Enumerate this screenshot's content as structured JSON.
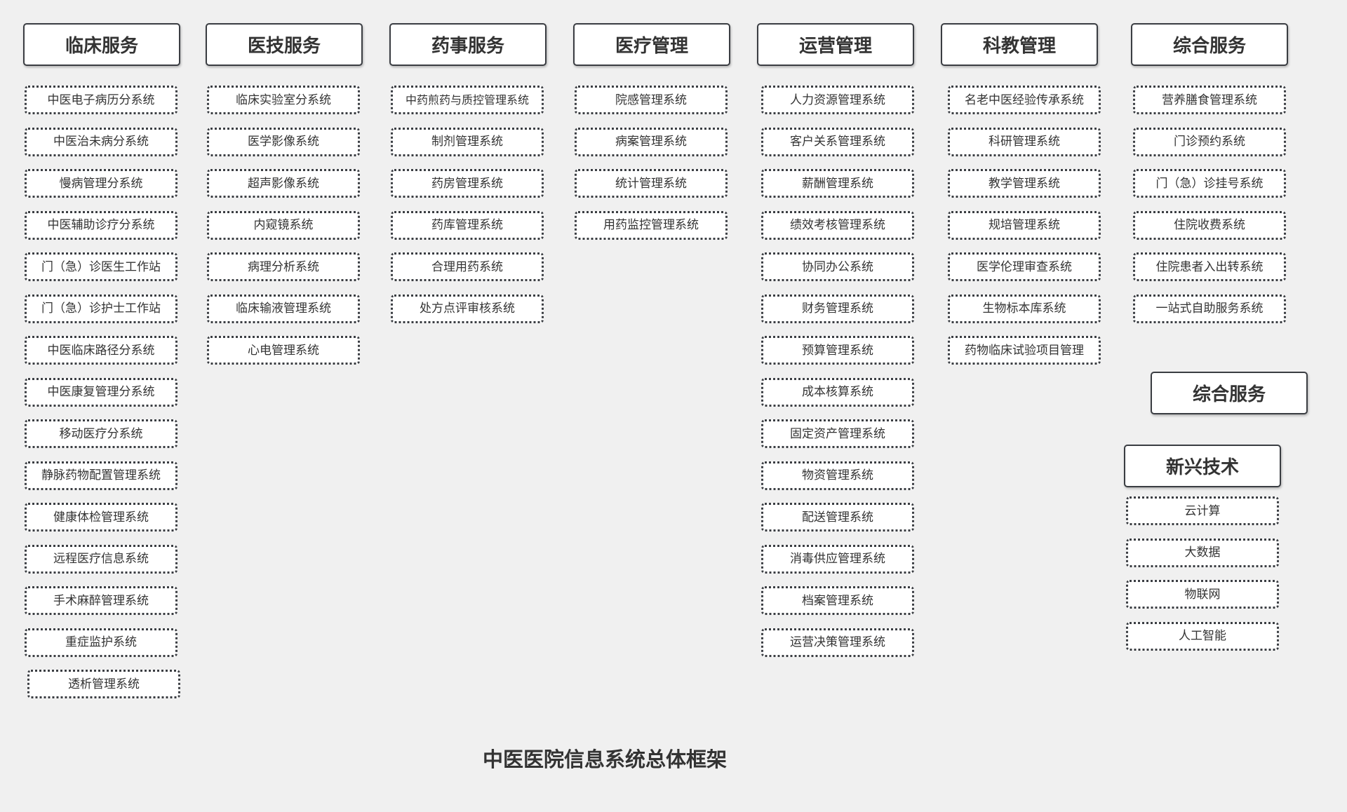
{
  "title": "中医医院信息系统总体框架",
  "columns": [
    {
      "header": "临床服务",
      "items": [
        "中医电子病历分系统",
        "中医治未病分系统",
        "慢病管理分系统",
        "中医辅助诊疗分系统",
        "门（急）诊医生工作站",
        "门（急）诊护士工作站",
        "中医临床路径分系统",
        "中医康复管理分系统",
        "移动医疗分系统",
        "静脉药物配置管理系统",
        "健康体检管理系统",
        "远程医疗信息系统",
        "手术麻醉管理系统",
        "重症监护系统",
        "透析管理系统"
      ]
    },
    {
      "header": "医技服务",
      "items": [
        "临床实验室分系统",
        "医学影像系统",
        "超声影像系统",
        "内窥镜系统",
        "病理分析系统",
        "临床输液管理系统",
        "心电管理系统"
      ]
    },
    {
      "header": "药事服务",
      "items": [
        "中药煎药与质控管理系统",
        "制剂管理系统",
        "药房管理系统",
        "药库管理系统",
        "合理用药系统",
        "处方点评审核系统"
      ]
    },
    {
      "header": "医疗管理",
      "items": [
        "院感管理系统",
        "病案管理系统",
        "统计管理系统",
        "用药监控管理系统"
      ]
    },
    {
      "header": "运营管理",
      "items": [
        "人力资源管理系统",
        "客户关系管理系统",
        "薪酬管理系统",
        "绩效考核管理系统",
        "协同办公系统",
        "财务管理系统",
        "预算管理系统",
        "成本核算系统",
        "固定资产管理系统",
        "物资管理系统",
        "配送管理系统",
        "消毒供应管理系统",
        "档案管理系统",
        "运营决策管理系统"
      ]
    },
    {
      "header": "科教管理",
      "items": [
        "名老中医经验传承系统",
        "科研管理系统",
        "教学管理系统",
        "规培管理系统",
        "医学伦理审查系统",
        "生物标本库系统",
        "药物临床试验项目管理"
      ]
    },
    {
      "header": "综合服务",
      "items": [
        "营养膳食管理系统",
        "门诊预约系统",
        "门（急）诊挂号系统",
        "住院收费系统",
        "住院患者入出转系统",
        "一站式自助服务系统"
      ]
    }
  ],
  "overlay_header": "综合服务",
  "emerging": {
    "header": "新兴技术",
    "items": [
      "云计算",
      "大数据",
      "物联网",
      "人工智能"
    ]
  }
}
